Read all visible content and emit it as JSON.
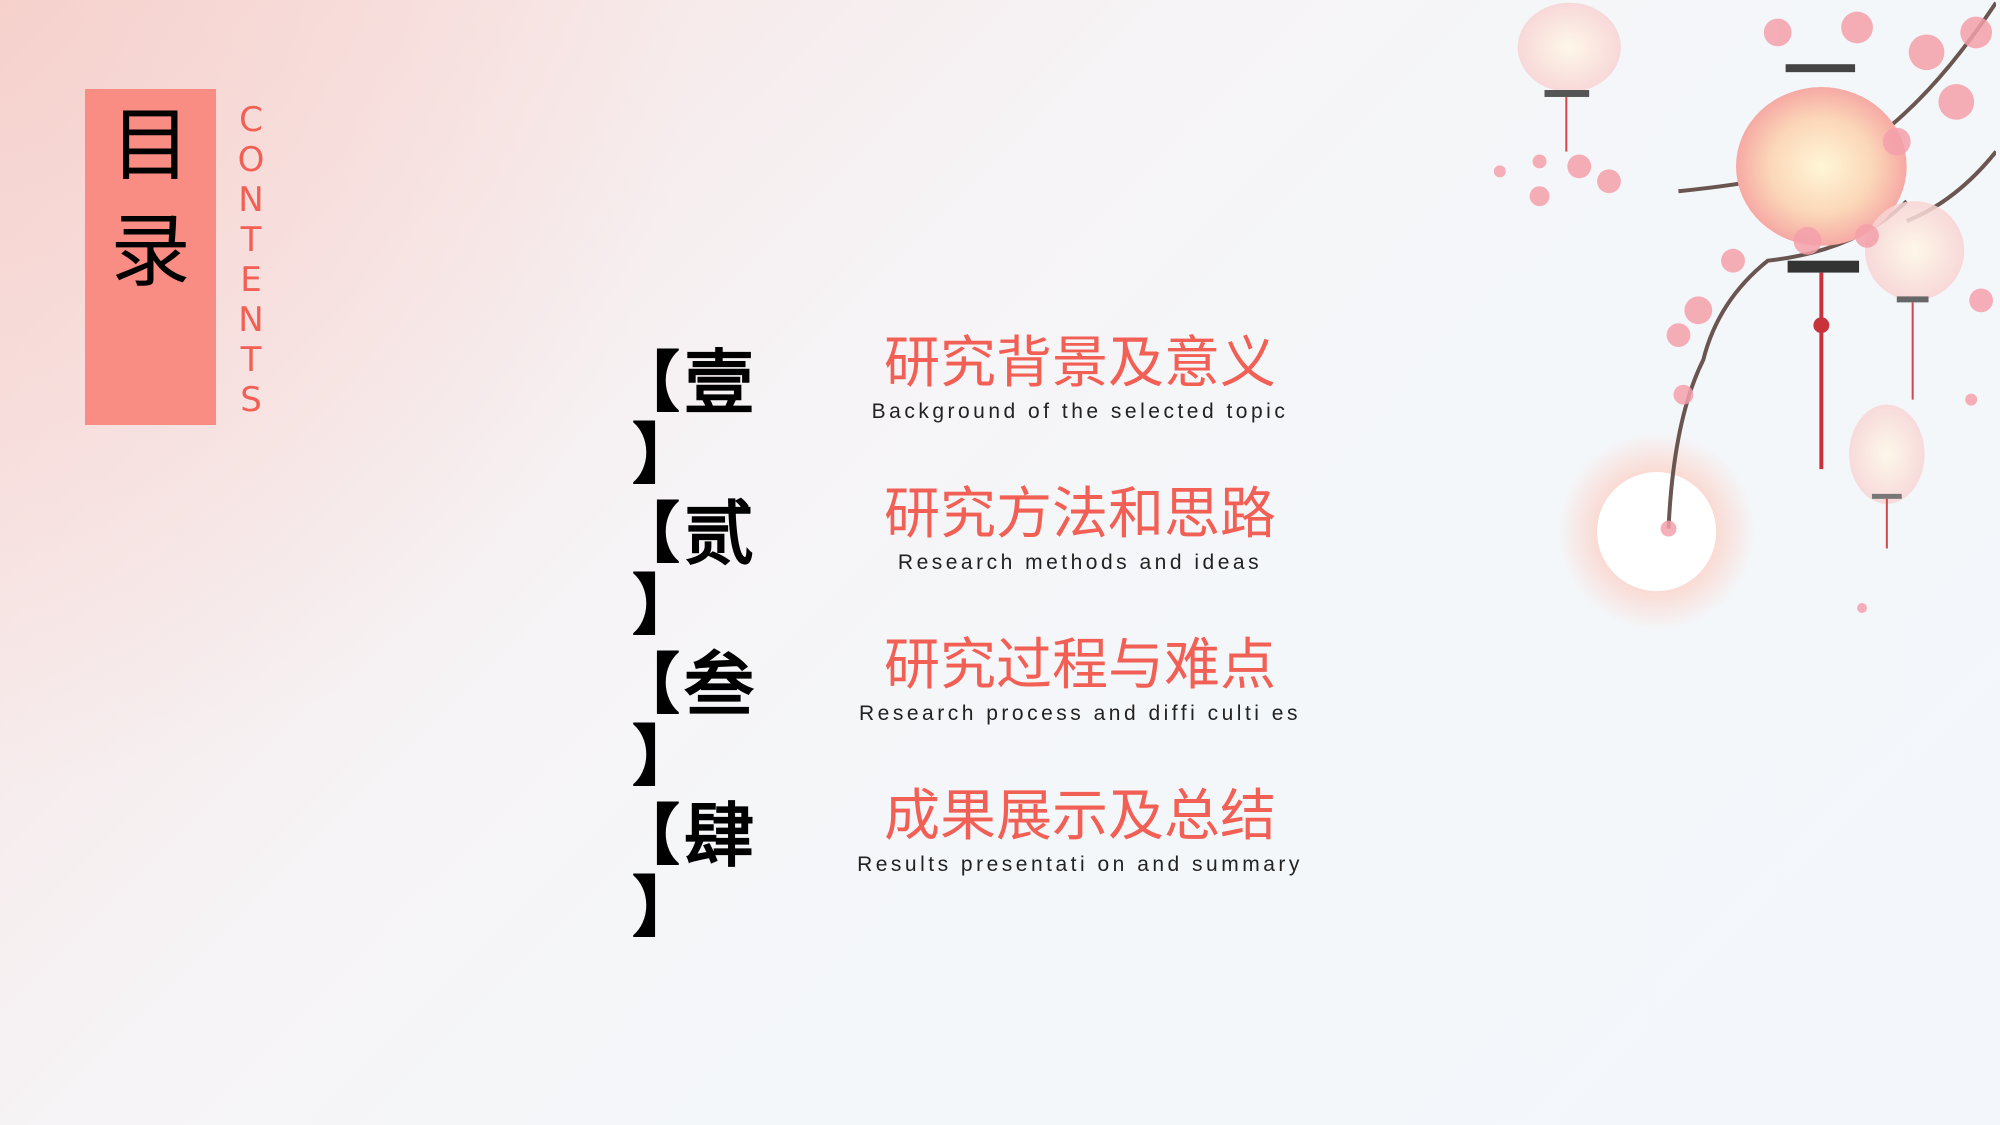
{
  "header": {
    "title_chars": [
      "目",
      "录"
    ],
    "contents_letters": [
      "C",
      "O",
      "N",
      "T",
      "E",
      "N",
      "T",
      "S"
    ]
  },
  "bracket": {
    "open": "【",
    "close": "】"
  },
  "items": [
    {
      "num": "壹",
      "title": "研究背景及意义",
      "subtitle": "Background of the selected topic"
    },
    {
      "num": "贰",
      "title": "研究方法和思路",
      "subtitle": "Research methods and ideas"
    },
    {
      "num": "叁",
      "title": "研究过程与难点",
      "subtitle": "Research process and diffi culti es"
    },
    {
      "num": "肆",
      "title": "成果展示及总结",
      "subtitle": "Results presentati on and summary"
    }
  ],
  "colors": {
    "accent": "#f25f55",
    "title_box": "#f98c83",
    "background": "#f4f7fa"
  },
  "decoration": {
    "icons": [
      "cherry-blossom-branch",
      "lantern",
      "moon"
    ]
  }
}
